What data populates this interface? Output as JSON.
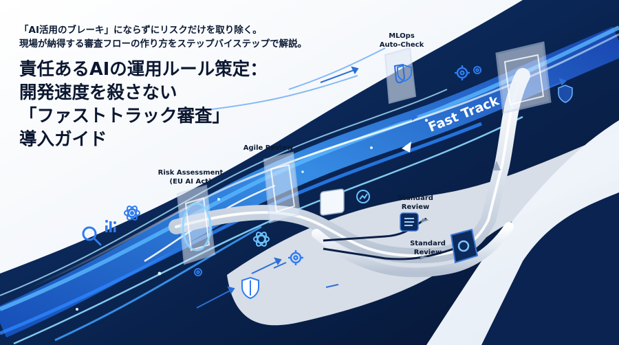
{
  "header": {
    "subtitle_lines": [
      "「AI活用のブレーキ」にならずにリスクだけを取り除く。",
      "現場が納得する審査フローの作り方をステップバイステップで解説。"
    ],
    "title_lines": [
      "責任あるAIの運用ルール策定：",
      "開発速度を殺さない",
      "「ファストトラック審査」",
      "導入ガイド"
    ]
  },
  "stages": {
    "risk": {
      "line1": "Risk Assessment",
      "line2": "(EU AI Act)"
    },
    "agile": {
      "label": "Agile Review"
    },
    "mlops": {
      "line1": "MLOps",
      "line2": "Auto-Check"
    },
    "standard_upper": {
      "line1": "Standard",
      "line2": "Review"
    },
    "standard_lower": {
      "line1": "Standard",
      "line2": "Review"
    }
  },
  "fast_track": {
    "label": "Fast Track"
  },
  "icons": [
    "search-icon",
    "bar-chart-icon",
    "atom-icon",
    "gear-icon",
    "shield-icon",
    "lock-shield-icon",
    "list-icon",
    "arrow-icon"
  ],
  "colors": {
    "navy": "#0b2a5b",
    "deep_navy": "#07183a",
    "accent_blue": "#2f7cf0",
    "light_blue": "#7fd0ff",
    "text_dark": "#0b1730"
  }
}
